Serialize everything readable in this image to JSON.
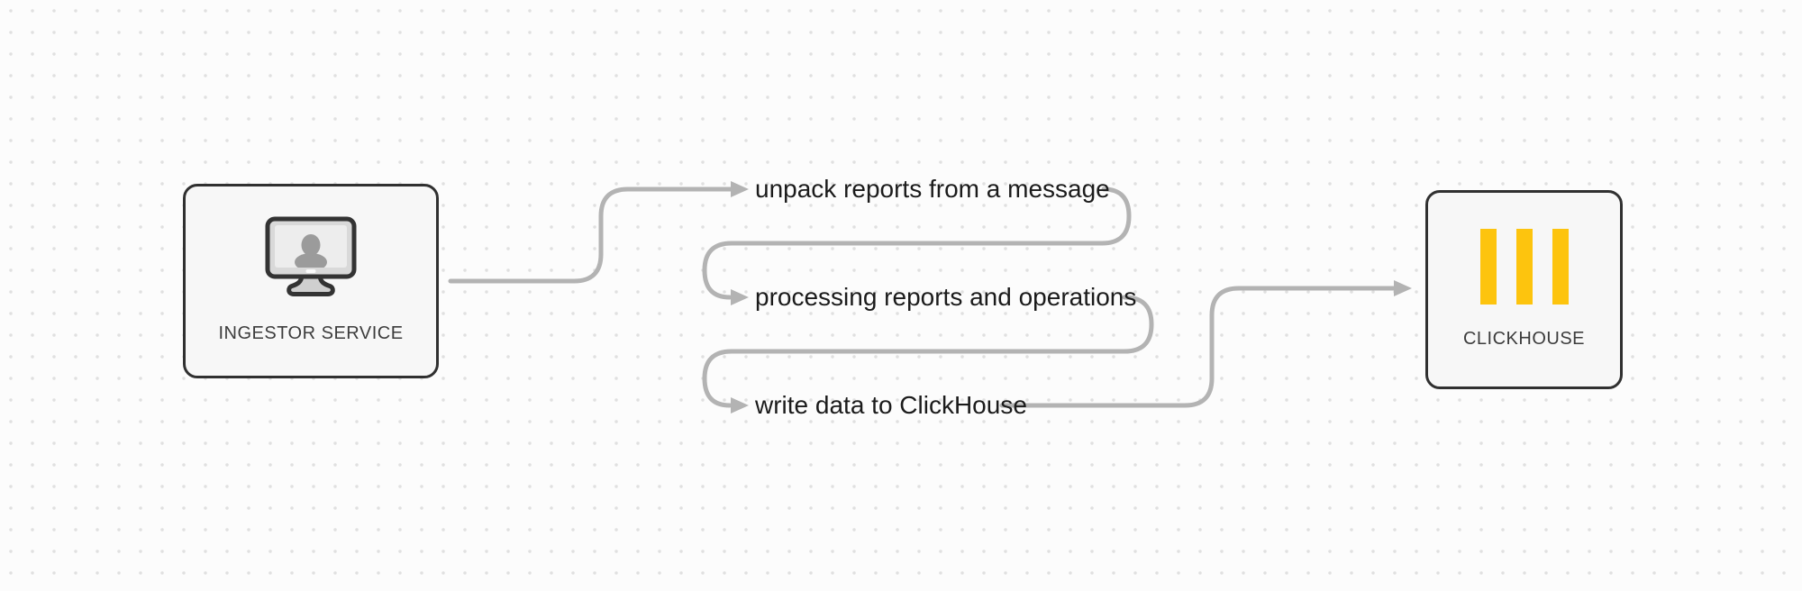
{
  "diagram": {
    "nodes": {
      "ingestor": {
        "label": "INGESTOR SERVICE",
        "icon": "monitor-user-icon"
      },
      "clickhouse": {
        "label": "CLICKHOUSE",
        "icon": "clickhouse-bars-logo"
      }
    },
    "steps": [
      {
        "label": "unpack reports from a message"
      },
      {
        "label": "processing reports and operations"
      },
      {
        "label": "write data to ClickHouse"
      }
    ],
    "colors": {
      "background": "#fcfcfc",
      "dot": "#e0e0e0",
      "connector": "#b3b3b3",
      "node_fill": "#f7f7f7",
      "node_border": "#303030",
      "node_label": "#3c3c3c",
      "text": "#1b1b1b",
      "logo_yellow": "#fdc40e"
    }
  }
}
